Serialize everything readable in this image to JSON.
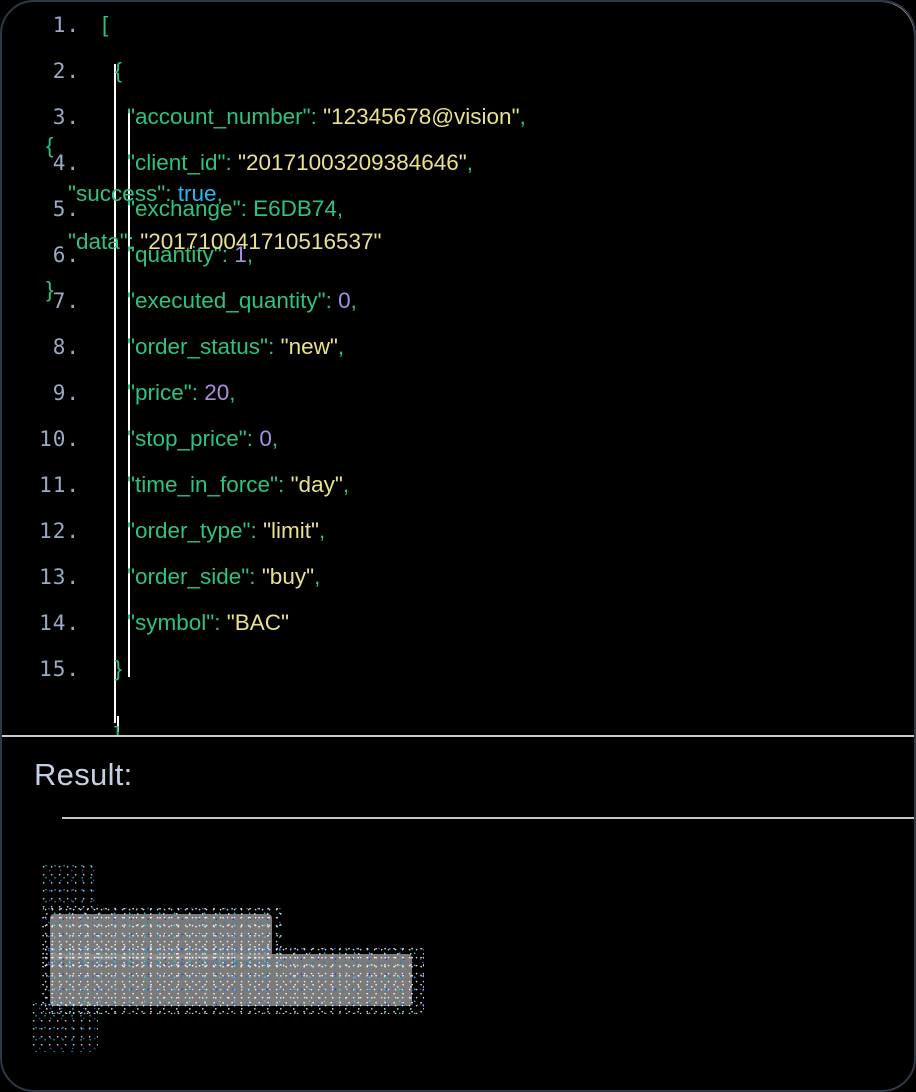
{
  "panel": {
    "accent_key_color": "#2ec27e",
    "accent_string_color": "#eae18d",
    "accent_number_color": "#a98fe0",
    "accent_bool_color": "#29b6f6",
    "line_number_color": "#9aa9c4",
    "background_color": "#000000",
    "border_color": "#2f3846"
  },
  "editor": {
    "name": "json-payload-editor",
    "language": "json",
    "lines": [
      {
        "num": "1.",
        "tokens": [
          {
            "t": "[",
            "c": "bracket"
          }
        ]
      },
      {
        "num": "2.",
        "tokens": [
          {
            "t": "  {",
            "c": "bracket"
          }
        ]
      },
      {
        "num": "3.",
        "tokens": [
          {
            "t": "    \"account_number\"",
            "c": "key"
          },
          {
            "t": ": ",
            "c": "punct"
          },
          {
            "t": "\"12345678@vision\"",
            "c": "str"
          },
          {
            "t": ",",
            "c": "punct"
          }
        ]
      },
      {
        "num": "4.",
        "tokens": [
          {
            "t": "    \"client_id\"",
            "c": "key"
          },
          {
            "t": ": ",
            "c": "punct"
          },
          {
            "t": "\"20171003209384646\"",
            "c": "str"
          },
          {
            "t": ",",
            "c": "punct"
          }
        ]
      },
      {
        "num": "5.",
        "tokens": [
          {
            "t": "    \"exchange\"",
            "c": "key"
          },
          {
            "t": ": ",
            "c": "punct"
          },
          {
            "t": "E6DB74",
            "c": "plain"
          },
          {
            "t": ",",
            "c": "punct"
          }
        ]
      },
      {
        "num": "6.",
        "tokens": [
          {
            "t": "    \"quantity\"",
            "c": "key"
          },
          {
            "t": ": ",
            "c": "punct"
          },
          {
            "t": "1",
            "c": "num"
          },
          {
            "t": ",",
            "c": "punct"
          }
        ]
      },
      {
        "num": "7.",
        "tokens": [
          {
            "t": "    \"executed_quantity\"",
            "c": "key"
          },
          {
            "t": ": ",
            "c": "punct"
          },
          {
            "t": "0",
            "c": "num"
          },
          {
            "t": ",",
            "c": "punct"
          }
        ]
      },
      {
        "num": "8.",
        "tokens": [
          {
            "t": "    \"order_status\"",
            "c": "key"
          },
          {
            "t": ": ",
            "c": "punct"
          },
          {
            "t": "\"new\"",
            "c": "str"
          },
          {
            "t": ",",
            "c": "punct"
          }
        ]
      },
      {
        "num": "9.",
        "tokens": [
          {
            "t": "    \"price\"",
            "c": "key"
          },
          {
            "t": ": ",
            "c": "punct"
          },
          {
            "t": "20",
            "c": "num"
          },
          {
            "t": ",",
            "c": "punct"
          }
        ]
      },
      {
        "num": "10.",
        "tokens": [
          {
            "t": "    \"stop_price\"",
            "c": "key"
          },
          {
            "t": ": ",
            "c": "punct"
          },
          {
            "t": "0",
            "c": "num"
          },
          {
            "t": ",",
            "c": "punct"
          }
        ]
      },
      {
        "num": "11.",
        "tokens": [
          {
            "t": "    \"time_in_force\"",
            "c": "key"
          },
          {
            "t": ": ",
            "c": "punct"
          },
          {
            "t": "\"day\"",
            "c": "str"
          },
          {
            "t": ",",
            "c": "punct"
          }
        ]
      },
      {
        "num": "12.",
        "tokens": [
          {
            "t": "    \"order_type\"",
            "c": "key"
          },
          {
            "t": ": ",
            "c": "punct"
          },
          {
            "t": "\"limit\"",
            "c": "str"
          },
          {
            "t": ",",
            "c": "punct"
          }
        ]
      },
      {
        "num": "13.",
        "tokens": [
          {
            "t": "    \"order_side\"",
            "c": "key"
          },
          {
            "t": ": ",
            "c": "punct"
          },
          {
            "t": "\"buy\"",
            "c": "str"
          },
          {
            "t": ",",
            "c": "punct"
          }
        ]
      },
      {
        "num": "14.",
        "tokens": [
          {
            "t": "    \"symbol\"",
            "c": "key"
          },
          {
            "t": ": ",
            "c": "punct"
          },
          {
            "t": "\"BAC\"",
            "c": "str"
          }
        ]
      },
      {
        "num": "15.",
        "tokens": [
          {
            "t": "  }",
            "c": "bracket"
          }
        ]
      }
    ],
    "clipped_next_line": "]"
  },
  "result": {
    "heading": "Result:",
    "lines": [
      {
        "indent": 0,
        "tokens": [
          {
            "t": "{",
            "c": "bracket"
          }
        ]
      },
      {
        "indent": 1,
        "tokens": [
          {
            "t": "\"success\"",
            "c": "key"
          },
          {
            "t": ": ",
            "c": "punct"
          },
          {
            "t": "true",
            "c": "bool"
          },
          {
            "t": ",",
            "c": "punct"
          }
        ]
      },
      {
        "indent": 1,
        "tokens": [
          {
            "t": "\"data\"",
            "c": "key"
          },
          {
            "t": ": ",
            "c": "punct"
          },
          {
            "t": "\"201710041710516537\"",
            "c": "str"
          }
        ]
      },
      {
        "indent": 0,
        "tokens": [
          {
            "t": "}",
            "c": "bracket"
          }
        ]
      }
    ],
    "selection_highlight_color": "#8c8c8c"
  }
}
